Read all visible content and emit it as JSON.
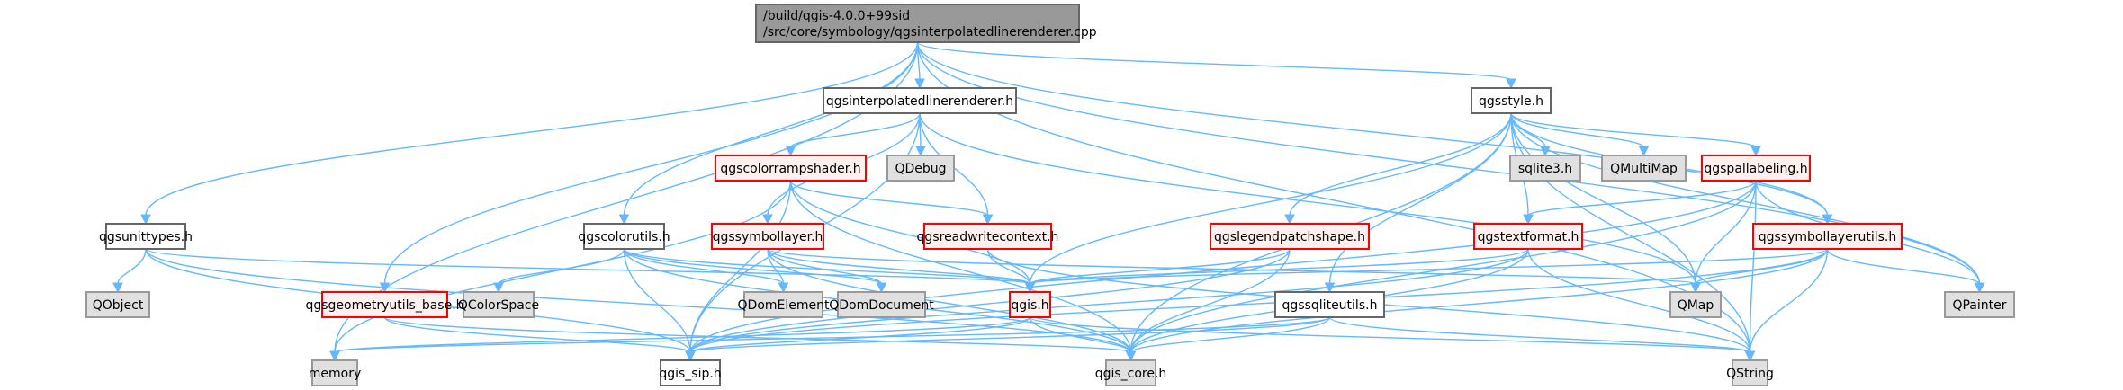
{
  "graph": {
    "colors": {
      "edge": "#63b8ff",
      "root_fill": "#999999",
      "plain_fill": "#ffffff",
      "red_fill": "#fff0f0",
      "red_border": "#ff0000",
      "gray_fill": "#e0e0e0"
    },
    "nodes": [
      {
        "id": "root",
        "style": "root",
        "lines": [
          "/build/qgis-4.0.0+99sid",
          "/src/core/symbology/qgsinterpolatedlinerenderer.cpp"
        ]
      },
      {
        "id": "qgsinterpolatedlinerenderer_h",
        "style": "plain",
        "lines": [
          "qgsinterpolatedlinerenderer.h"
        ]
      },
      {
        "id": "qgsstyle_h",
        "style": "plain",
        "lines": [
          "qgsstyle.h"
        ]
      },
      {
        "id": "qgscolorrampshader_h",
        "style": "red",
        "lines": [
          "qgscolorrampshader.h"
        ]
      },
      {
        "id": "QDebug",
        "style": "gray",
        "lines": [
          "QDebug"
        ]
      },
      {
        "id": "sqlite3_h",
        "style": "gray",
        "lines": [
          "sqlite3.h"
        ]
      },
      {
        "id": "QMultiMap",
        "style": "gray",
        "lines": [
          "QMultiMap"
        ]
      },
      {
        "id": "qgspallabeling_h",
        "style": "red",
        "lines": [
          "qgspallabeling.h"
        ]
      },
      {
        "id": "qgsunittypes_h",
        "style": "plain",
        "lines": [
          "qgsunittypes.h"
        ]
      },
      {
        "id": "qgscolorutils_h",
        "style": "plain",
        "lines": [
          "qgscolorutils.h"
        ]
      },
      {
        "id": "qgssymbollayer_h",
        "style": "red",
        "lines": [
          "qgssymbollayer.h"
        ]
      },
      {
        "id": "qgsreadwritecontext_h",
        "style": "red",
        "lines": [
          "qgsreadwritecontext.h"
        ]
      },
      {
        "id": "qgslegendpatchshape_h",
        "style": "red",
        "lines": [
          "qgslegendpatchshape.h"
        ]
      },
      {
        "id": "qgstextformat_h",
        "style": "red",
        "lines": [
          "qgstextformat.h"
        ]
      },
      {
        "id": "qgssymbollayerutils_h",
        "style": "red",
        "lines": [
          "qgssymbollayerutils.h"
        ]
      },
      {
        "id": "QObject",
        "style": "gray",
        "lines": [
          "QObject"
        ]
      },
      {
        "id": "qgsgeometryutils_base_h",
        "style": "red",
        "lines": [
          "qgsgeometryutils_base.h"
        ]
      },
      {
        "id": "QColorSpace",
        "style": "gray",
        "lines": [
          "QColorSpace"
        ]
      },
      {
        "id": "QDomElement",
        "style": "gray",
        "lines": [
          "QDomElement"
        ]
      },
      {
        "id": "QDomDocument",
        "style": "gray",
        "lines": [
          "QDomDocument"
        ]
      },
      {
        "id": "qgis_h",
        "style": "red",
        "lines": [
          "qgis.h"
        ]
      },
      {
        "id": "qgssqliteutils_h",
        "style": "plain",
        "lines": [
          "qgssqliteutils.h"
        ]
      },
      {
        "id": "QMap",
        "style": "gray",
        "lines": [
          "QMap"
        ]
      },
      {
        "id": "QPainter",
        "style": "gray",
        "lines": [
          "QPainter"
        ]
      },
      {
        "id": "memory",
        "style": "gray",
        "lines": [
          "memory"
        ]
      },
      {
        "id": "qgis_sip_h",
        "style": "plain",
        "lines": [
          "qgis_sip.h"
        ]
      },
      {
        "id": "qgis_core_h",
        "style": "gray",
        "lines": [
          "qgis_core.h"
        ]
      },
      {
        "id": "QString",
        "style": "gray",
        "lines": [
          "QString"
        ]
      }
    ],
    "edges": [
      [
        "root",
        "qgsinterpolatedlinerenderer_h"
      ],
      [
        "root",
        "qgsstyle_h"
      ],
      [
        "root",
        "qgsunittypes_h"
      ],
      [
        "root",
        "qgscolorutils_h"
      ],
      [
        "root",
        "qgsgeometryutils_base_h"
      ],
      [
        "root",
        "qgssymbollayerutils_h"
      ],
      [
        "root",
        "QPainter"
      ],
      [
        "root",
        "QString"
      ],
      [
        "root",
        "memory"
      ],
      [
        "qgsinterpolatedlinerenderer_h",
        "qgscolorrampshader_h"
      ],
      [
        "qgsinterpolatedlinerenderer_h",
        "QDebug"
      ],
      [
        "qgsinterpolatedlinerenderer_h",
        "qgsreadwritecontext_h"
      ],
      [
        "qgsinterpolatedlinerenderer_h",
        "qgssymbollayer_h"
      ],
      [
        "qgsinterpolatedlinerenderer_h",
        "qgis_sip_h"
      ],
      [
        "qgsinterpolatedlinerenderer_h",
        "QMap"
      ],
      [
        "qgscolorrampshader_h",
        "qgis_h"
      ],
      [
        "qgscolorrampshader_h",
        "qgis_core_h"
      ],
      [
        "qgscolorrampshader_h",
        "qgis_sip_h"
      ],
      [
        "qgscolorrampshader_h",
        "qgsreadwritecontext_h"
      ],
      [
        "qgscolorrampshader_h",
        "memory"
      ],
      [
        "qgsstyle_h",
        "sqlite3_h"
      ],
      [
        "qgsstyle_h",
        "QMultiMap"
      ],
      [
        "qgsstyle_h",
        "qgspallabeling_h"
      ],
      [
        "qgsstyle_h",
        "qgslegendpatchshape_h"
      ],
      [
        "qgsstyle_h",
        "qgstextformat_h"
      ],
      [
        "qgsstyle_h",
        "qgssqliteutils_h"
      ],
      [
        "qgsstyle_h",
        "qgis_h"
      ],
      [
        "qgsstyle_h",
        "qgis_core_h"
      ],
      [
        "qgsstyle_h",
        "qgssymbollayerutils_h"
      ],
      [
        "qgsstyle_h",
        "QMap"
      ],
      [
        "qgsstyle_h",
        "QPainter"
      ],
      [
        "qgsstyle_h",
        "QString"
      ],
      [
        "qgspallabeling_h",
        "qgstextformat_h"
      ],
      [
        "qgspallabeling_h",
        "QMap"
      ],
      [
        "qgspallabeling_h",
        "QPainter"
      ],
      [
        "qgspallabeling_h",
        "QString"
      ],
      [
        "qgspallabeling_h",
        "qgis_core_h"
      ],
      [
        "qgspallabeling_h",
        "qgis_sip_h"
      ],
      [
        "qgsunittypes_h",
        "QObject"
      ],
      [
        "qgsunittypes_h",
        "qgis_h"
      ],
      [
        "qgsunittypes_h",
        "qgis_core_h"
      ],
      [
        "qgsunittypes_h",
        "qgis_sip_h"
      ],
      [
        "qgscolorutils_h",
        "QColorSpace"
      ],
      [
        "qgscolorutils_h",
        "QDomElement"
      ],
      [
        "qgscolorutils_h",
        "QDomDocument"
      ],
      [
        "qgscolorutils_h",
        "qgis_h"
      ],
      [
        "qgscolorutils_h",
        "qgis_core_h"
      ],
      [
        "qgscolorutils_h",
        "qgis_sip_h"
      ],
      [
        "qgssymbollayer_h",
        "QDomElement"
      ],
      [
        "qgssymbollayer_h",
        "QDomDocument"
      ],
      [
        "qgssymbollayer_h",
        "qgis_h"
      ],
      [
        "qgssymbollayer_h",
        "qgis_core_h"
      ],
      [
        "qgssymbollayer_h",
        "QMap"
      ],
      [
        "qgsreadwritecontext_h",
        "qgis_h"
      ],
      [
        "qgsreadwritecontext_h",
        "QString"
      ],
      [
        "qgslegendpatchshape_h",
        "qgis_h"
      ],
      [
        "qgslegendpatchshape_h",
        "qgis_core_h"
      ],
      [
        "qgslegendpatchshape_h",
        "qgis_sip_h"
      ],
      [
        "qgstextformat_h",
        "qgis_h"
      ],
      [
        "qgstextformat_h",
        "qgis_core_h"
      ],
      [
        "qgstextformat_h",
        "qgis_sip_h"
      ],
      [
        "qgstextformat_h",
        "QString"
      ],
      [
        "qgssymbollayerutils_h",
        "qgis_h"
      ],
      [
        "qgssymbollayerutils_h",
        "QMap"
      ],
      [
        "qgssymbollayerutils_h",
        "QPainter"
      ],
      [
        "qgssymbollayerutils_h",
        "QString"
      ],
      [
        "qgssymbollayerutils_h",
        "qgis_core_h"
      ],
      [
        "qgssymbollayerutils_h",
        "qgis_sip_h"
      ],
      [
        "qgsgeometryutils_base_h",
        "qgis_core_h"
      ],
      [
        "qgsgeometryutils_base_h",
        "qgis_sip_h"
      ],
      [
        "qgis_h",
        "qgis_sip_h"
      ],
      [
        "qgis_h",
        "qgis_core_h"
      ],
      [
        "qgis_h",
        "memory"
      ],
      [
        "qgis_h",
        "QString"
      ],
      [
        "qgssqliteutils_h",
        "qgis_core_h"
      ],
      [
        "qgssqliteutils_h",
        "qgis_sip_h"
      ],
      [
        "qgssqliteutils_h",
        "QString"
      ],
      [
        "qgssqliteutils_h",
        "memory"
      ]
    ]
  }
}
